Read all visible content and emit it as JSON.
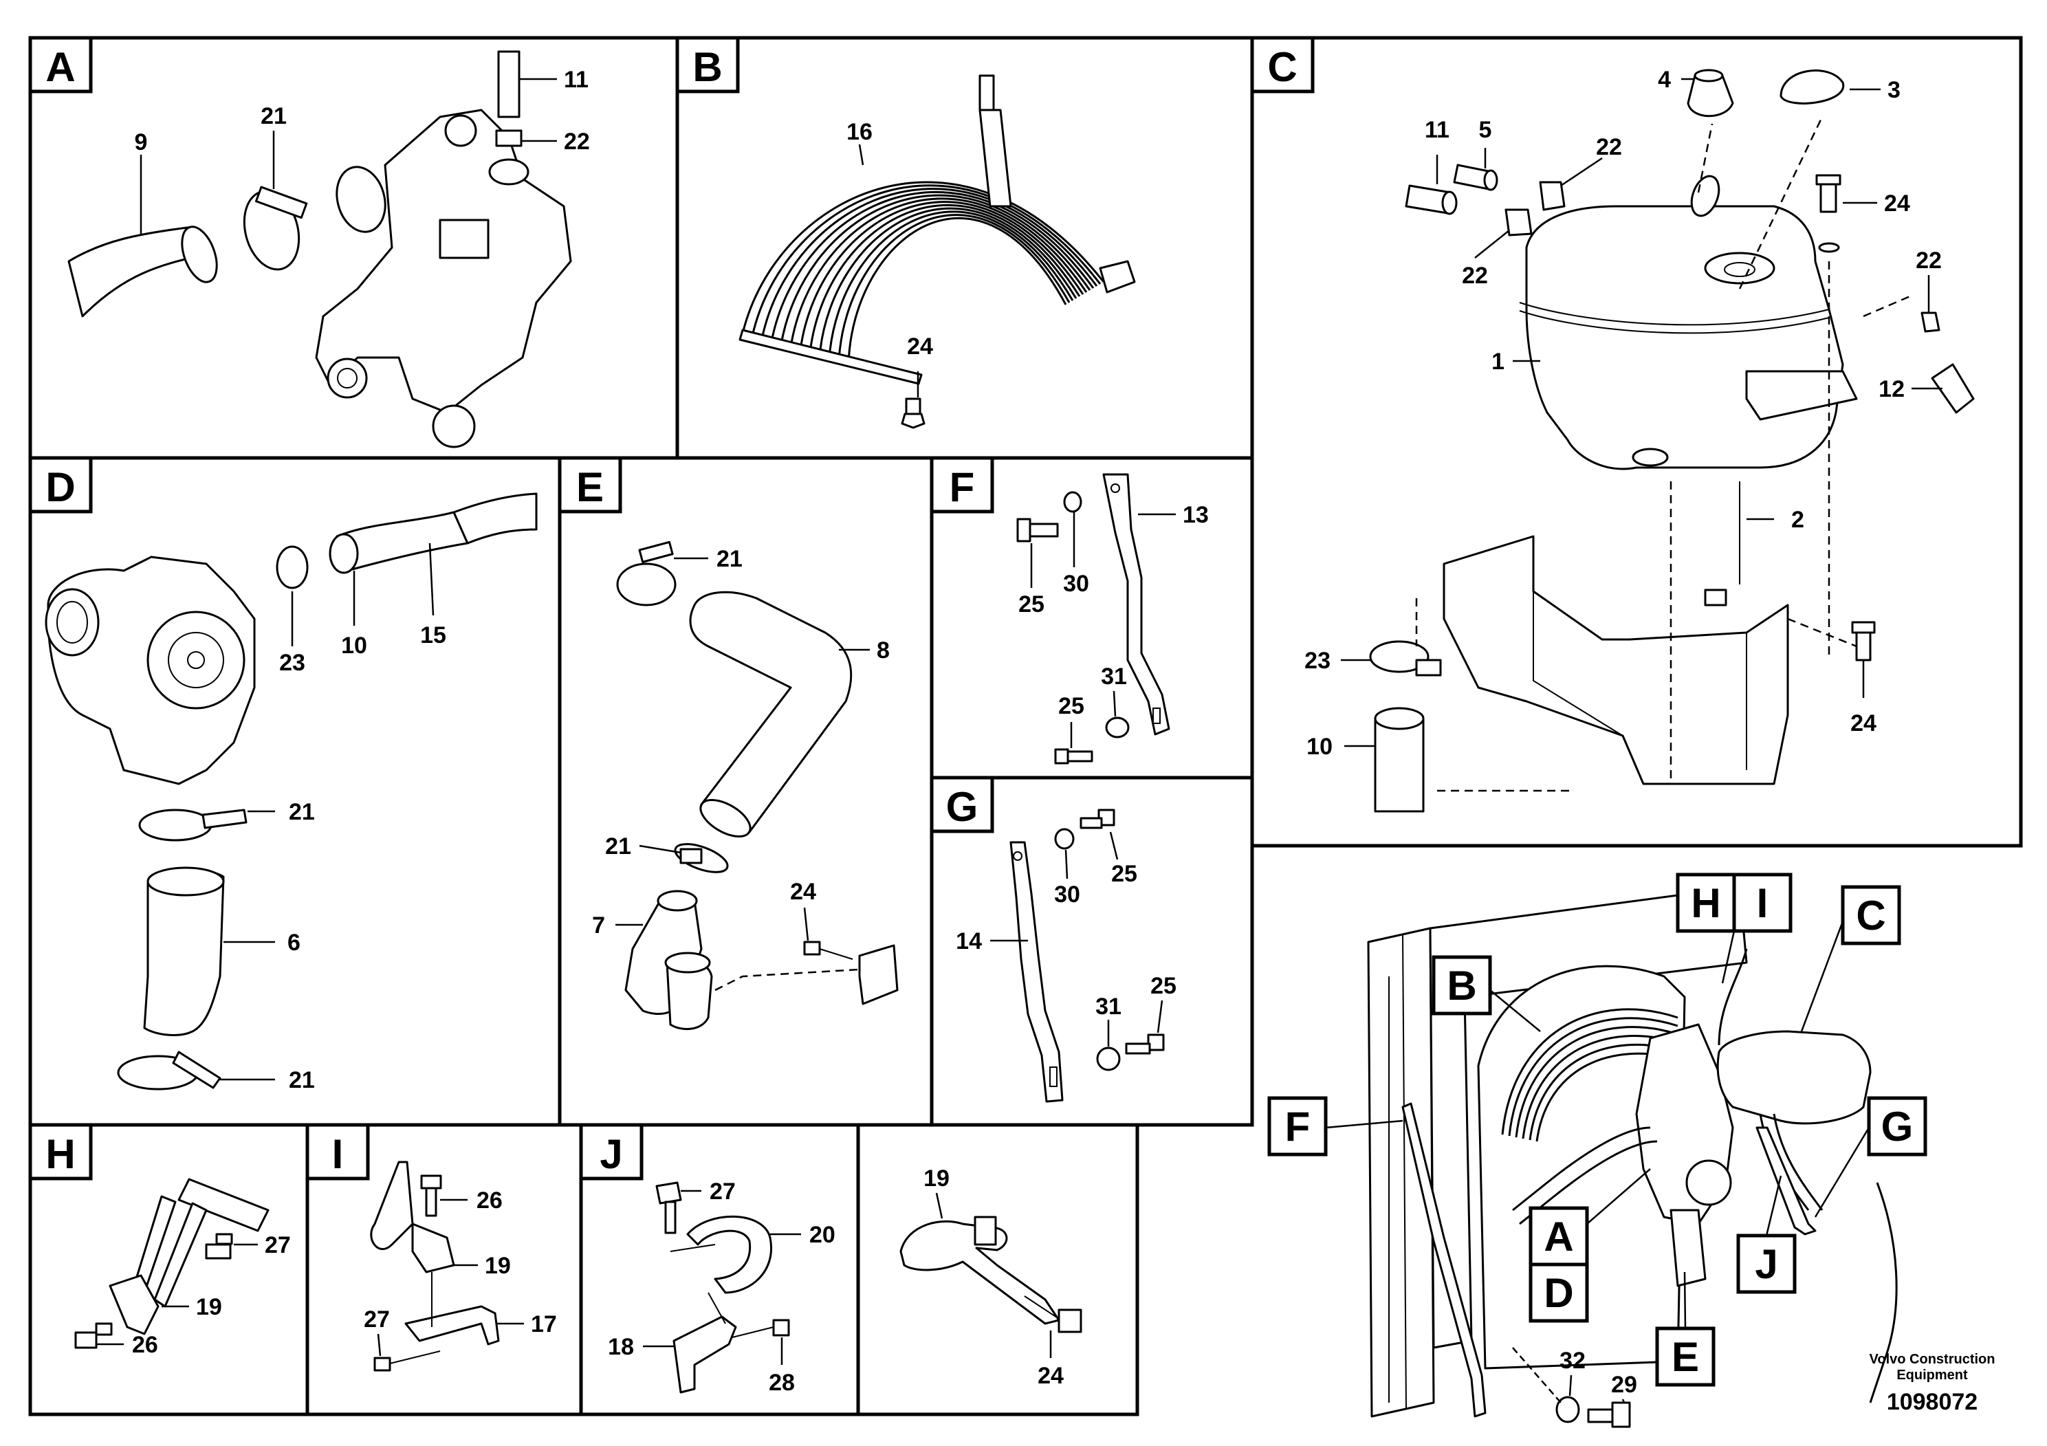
{
  "panels": {
    "A": {
      "tag": "A",
      "callouts": {
        "c9": "9",
        "c21": "21",
        "c11": "11",
        "c22": "22"
      }
    },
    "B": {
      "tag": "B",
      "callouts": {
        "c16": "16",
        "c24": "24"
      }
    },
    "C": {
      "tag": "C",
      "callouts": {
        "c4": "4",
        "c3": "3",
        "c11": "11",
        "c5": "5",
        "c22a": "22",
        "c24a": "24",
        "c22b": "22",
        "c22c": "22",
        "c1": "1",
        "c12": "12",
        "c2": "2",
        "c23": "23",
        "c10": "10",
        "c24b": "24"
      }
    },
    "D": {
      "tag": "D",
      "callouts": {
        "c23": "23",
        "c10": "10",
        "c15": "15",
        "c21a": "21",
        "c6": "6",
        "c21b": "21"
      }
    },
    "E": {
      "tag": "E",
      "callouts": {
        "c21a": "21",
        "c8": "8",
        "c21b": "21",
        "c24": "24",
        "c7": "7"
      }
    },
    "F": {
      "tag": "F",
      "callouts": {
        "c13": "13",
        "c25a": "25",
        "c30": "30",
        "c31": "31",
        "c25b": "25"
      }
    },
    "G": {
      "tag": "G",
      "callouts": {
        "c25a": "25",
        "c30": "30",
        "c14": "14",
        "c31": "31",
        "c25b": "25"
      }
    },
    "H": {
      "tag": "H",
      "callouts": {
        "c27": "27",
        "c19": "19",
        "c26": "26"
      }
    },
    "I": {
      "tag": "I",
      "callouts": {
        "c26": "26",
        "c19": "19",
        "c27": "27",
        "c17": "17"
      }
    },
    "J": {
      "tag": "J",
      "callouts": {
        "c27": "27",
        "c20": "20",
        "c18": "18",
        "c28": "28"
      }
    },
    "K": {
      "callouts": {
        "c19": "19",
        "c24": "24"
      }
    }
  },
  "overview": {
    "tags": {
      "H": "H",
      "I": "I",
      "C": "C",
      "B": "B",
      "F": "F",
      "G": "G",
      "A": "A",
      "D": "D",
      "J": "J",
      "E": "E"
    },
    "callouts": {
      "c32": "32",
      "c29": "29"
    }
  },
  "credit": {
    "line1": "Volvo Construction",
    "line2": "Equipment"
  },
  "doc_number": "1098072"
}
